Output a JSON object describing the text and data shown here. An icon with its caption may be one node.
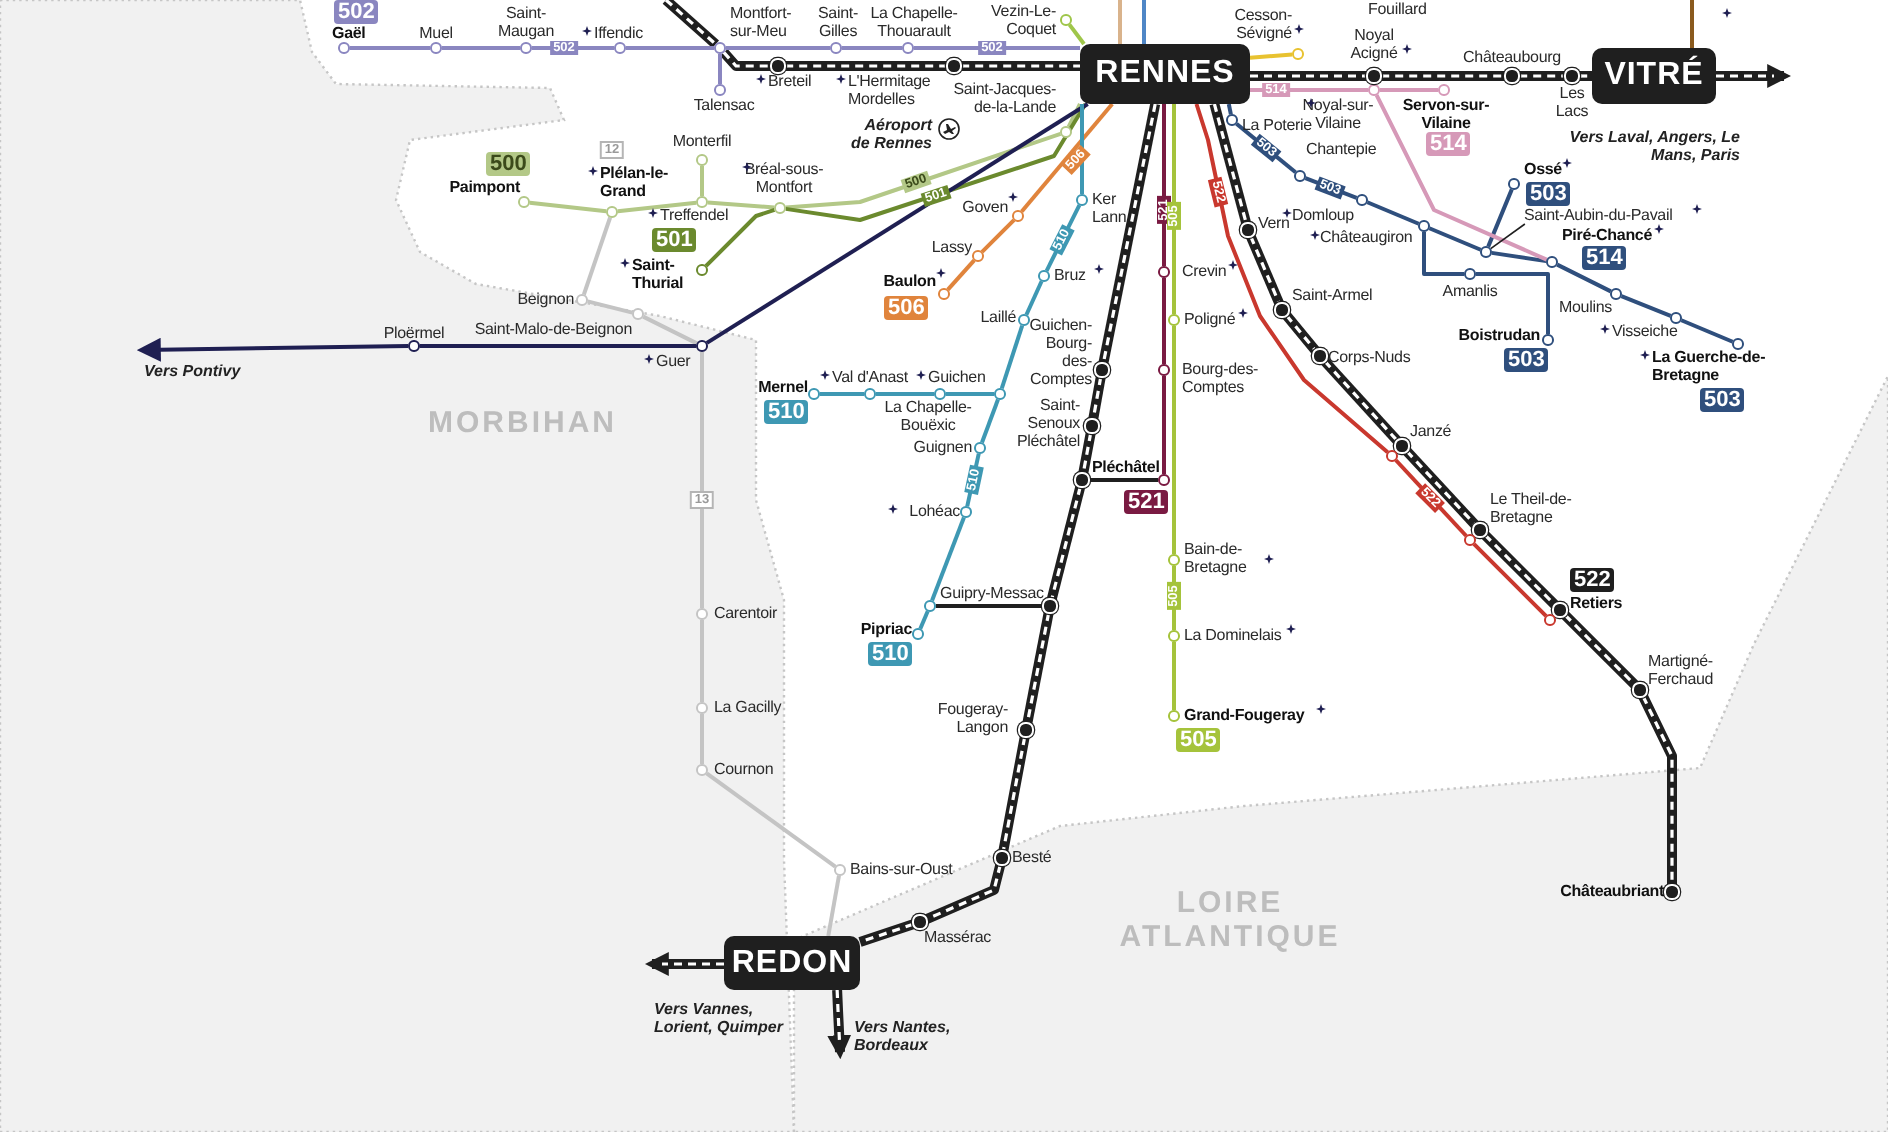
{
  "diagram": {
    "nodes": [
      {
        "text": [
          "RENNES"
        ]
      },
      {
        "text": [
          "VITRÉ"
        ]
      },
      {
        "text": [
          "REDON"
        ]
      },
      {
        "text": [],
        "shape": "circle",
        "beside": [
          "Gaël",
          "502"
        ]
      },
      {
        "text": [],
        "shape": "circle",
        "beside": [
          "Muel"
        ]
      },
      {
        "text": [],
        "shape": "circle",
        "beside": [
          "Saint-Maugan"
        ]
      },
      {
        "text": [],
        "shape": "circle",
        "beside": [
          "Iffendic"
        ]
      },
      {
        "text": [],
        "shape": "circle",
        "beside": [
          "Montfort-sur-Meu"
        ]
      },
      {
        "text": [],
        "shape": "circle",
        "beside": [
          "Talensac"
        ]
      },
      {
        "text": [],
        "shape": "circle",
        "beside": [
          "Saint-Gilles"
        ]
      },
      {
        "text": [],
        "shape": "circle",
        "beside": [
          "La Chapelle-Thouarault"
        ]
      },
      {
        "text": [],
        "shape": "circle",
        "beside": [
          "Breteil"
        ]
      },
      {
        "text": [],
        "shape": "circle",
        "beside": [
          "L'Hermitage Mordelles"
        ]
      },
      {
        "text": [],
        "shape": "circle",
        "beside": [
          "Paimpont",
          "500"
        ]
      },
      {
        "text": [],
        "shape": "circle",
        "beside": [
          "Plélan-le-Grand"
        ]
      },
      {
        "text": [],
        "shape": "circle",
        "beside": [
          "Monterfil"
        ]
      },
      {
        "text": [],
        "shape": "circle",
        "beside": [
          "Treffendel"
        ]
      },
      {
        "text": [],
        "shape": "circle",
        "beside": [
          "Bréal-sous-Montfort"
        ]
      },
      {
        "text": [],
        "shape": "circle",
        "beside": [
          "Saint-Thurial",
          "501"
        ]
      },
      {
        "text": [],
        "shape": "circle",
        "beside": [
          "Saint-Jacques-de-la-Lande"
        ]
      },
      {
        "text": [],
        "shape": "circle",
        "beside": [
          "Beignon"
        ]
      },
      {
        "text": [],
        "shape": "circle",
        "beside": [
          "Saint-Malo-de-Beignon"
        ]
      },
      {
        "text": [],
        "shape": "circle",
        "beside": [
          "Guer"
        ]
      },
      {
        "text": [],
        "shape": "circle",
        "beside": [
          "Ploërmel"
        ]
      },
      {
        "text": [],
        "shape": "circle",
        "beside": [
          "Carentoir"
        ]
      },
      {
        "text": [],
        "shape": "circle",
        "beside": [
          "La Gacilly"
        ]
      },
      {
        "text": [],
        "shape": "circle",
        "beside": [
          "Cournon"
        ]
      },
      {
        "text": [],
        "shape": "circle",
        "beside": [
          "Bains-sur-Oust"
        ]
      },
      {
        "text": [],
        "shape": "circle",
        "beside": [
          "Goven"
        ]
      },
      {
        "text": [],
        "shape": "circle",
        "beside": [
          "Lassy"
        ]
      },
      {
        "text": [],
        "shape": "circle",
        "beside": [
          "Baulon",
          "506"
        ]
      },
      {
        "text": [],
        "shape": "circle",
        "beside": [
          "Mernel",
          "510"
        ]
      },
      {
        "text": [],
        "shape": "circle",
        "beside": [
          "Val d'Anast"
        ]
      },
      {
        "text": [],
        "shape": "circle",
        "beside": [
          "Guichen"
        ]
      },
      {
        "text": [],
        "shape": "circle"
      },
      {
        "text": [],
        "shape": "circle",
        "beside": [
          "Guignen"
        ]
      },
      {
        "text": [],
        "shape": "circle",
        "beside": [
          "Lohéac"
        ]
      },
      {
        "text": [],
        "shape": "circle"
      },
      {
        "text": [],
        "shape": "circle",
        "beside": [
          "Pipriac",
          "510"
        ]
      },
      {
        "text": [],
        "shape": "circle",
        "beside": [
          "Laillé"
        ]
      },
      {
        "text": [],
        "shape": "circle",
        "beside": [
          "Bruz"
        ]
      },
      {
        "text": [],
        "shape": "circle",
        "beside": [
          "Ker Lann"
        ]
      },
      {
        "text": [],
        "shape": "circle",
        "beside": [
          "Guichen-Bourg-des-Comptes"
        ]
      },
      {
        "text": [],
        "shape": "circle",
        "beside": [
          "Saint-Senoux Pléchâtel"
        ]
      },
      {
        "text": [],
        "shape": "circle",
        "beside": [
          "Pléchâtel"
        ]
      },
      {
        "text": [],
        "shape": "circle",
        "beside": [
          "521"
        ]
      },
      {
        "text": [],
        "shape": "circle",
        "beside": [
          "Guipry-Messac"
        ]
      },
      {
        "text": [],
        "shape": "circle",
        "beside": [
          "Fougeray-Langon"
        ]
      },
      {
        "text": [],
        "shape": "circle",
        "beside": [
          "Besté"
        ]
      },
      {
        "text": [],
        "shape": "circle",
        "beside": [
          "Massérac"
        ]
      },
      {
        "text": [],
        "shape": "circle",
        "beside": [
          "Crevin"
        ]
      },
      {
        "text": [],
        "shape": "circle",
        "beside": [
          "Bourg-des-Comptes"
        ]
      },
      {
        "text": [],
        "shape": "circle",
        "beside": [
          "Poligné"
        ]
      },
      {
        "text": [],
        "shape": "circle",
        "beside": [
          "Bain-de-Bretagne"
        ]
      },
      {
        "text": [],
        "shape": "circle",
        "beside": [
          "La Dominelais"
        ]
      },
      {
        "text": [],
        "shape": "circle",
        "beside": [
          "Grand-Fougeray",
          "505"
        ]
      },
      {
        "text": [],
        "shape": "circle",
        "beside": [
          "Vern"
        ]
      },
      {
        "text": [],
        "shape": "circle",
        "beside": [
          "Saint-Armel"
        ]
      },
      {
        "text": [],
        "shape": "circle",
        "beside": [
          "Corps-Nuds"
        ]
      },
      {
        "text": [],
        "shape": "circle",
        "beside": [
          "Janzé"
        ]
      },
      {
        "text": [],
        "shape": "circle",
        "beside": [
          "Le Theil-de-Bretagne"
        ]
      },
      {
        "text": [],
        "shape": "circle",
        "beside": [
          "Retiers",
          "522"
        ]
      },
      {
        "text": [],
        "shape": "circle",
        "beside": [
          "Martigné-Ferchaud"
        ]
      },
      {
        "text": [],
        "shape": "circle",
        "beside": [
          "Châteaubriant"
        ]
      },
      {
        "text": [],
        "shape": "circle"
      },
      {
        "text": [],
        "shape": "circle"
      },
      {
        "text": [],
        "shape": "circle"
      },
      {
        "text": [],
        "shape": "circle",
        "beside": [
          "La Poterie"
        ]
      },
      {
        "text": [],
        "shape": "circle",
        "beside": [
          "Chantepie"
        ]
      },
      {
        "text": [],
        "shape": "circle",
        "beside": [
          "Domloup"
        ]
      },
      {
        "text": [],
        "shape": "circle",
        "beside": [
          "Châteaugiron"
        ]
      },
      {
        "text": [],
        "shape": "circle"
      },
      {
        "text": [],
        "shape": "circle",
        "beside": [
          "Ossé",
          "503"
        ]
      },
      {
        "text": [],
        "shape": "circle",
        "beside": [
          "Amanlis"
        ]
      },
      {
        "text": [],
        "shape": "circle",
        "beside": [
          "Boistrudan",
          "503"
        ]
      },
      {
        "text": [],
        "shape": "circle",
        "beside": [
          "Piré-Chancé",
          "514"
        ]
      },
      {
        "text": [],
        "shape": "circle",
        "beside": [
          "Moulins"
        ]
      },
      {
        "text": [],
        "shape": "circle",
        "beside": [
          "Visseiche"
        ]
      },
      {
        "text": [],
        "shape": "circle",
        "beside": [
          "La Guerche-de-Bretagne",
          "503"
        ]
      },
      {
        "text": [],
        "shape": "circle",
        "beside": [
          "Noyal-sur-Vilaine"
        ]
      },
      {
        "text": [],
        "shape": "circle",
        "beside": [
          "Servon-sur-Vilaine",
          "514"
        ]
      },
      {
        "text": [],
        "shape": "circle",
        "beside": [
          "Noyal Acigné"
        ]
      },
      {
        "text": [],
        "shape": "circle",
        "beside": [
          "Châteaubourg"
        ]
      },
      {
        "text": [],
        "shape": "circle",
        "beside": [
          "Les Lacs"
        ]
      },
      {
        "text": [],
        "shape": "circle",
        "beside": [
          "Cesson-Sévigné"
        ]
      },
      {
        "text": [],
        "shape": "circle",
        "beside": [
          "Vezin-Le-Coquet"
        ]
      },
      {
        "text": [
          "Saint-Aubin-du-Pavail"
        ]
      },
      {
        "text": [
          "Vers Pontivy"
        ]
      },
      {
        "text": [
          "Vers Nantes, Bordeaux"
        ]
      }
    ],
    "edges": [
      {
        "from": null,
        "to": 7,
        "arrow": "none",
        "style": "thick"
      },
      {
        "from": 7,
        "to": 11,
        "arrow": "none",
        "style": "thick"
      },
      {
        "from": 11,
        "to": 12,
        "arrow": "none",
        "style": "thick"
      },
      {
        "from": 12,
        "to": 0,
        "arrow": "none",
        "style": "thick"
      },
      {
        "from": 0,
        "to": 81,
        "arrow": "none",
        "style": "thick"
      },
      {
        "from": 81,
        "to": 82,
        "arrow": "none",
        "style": "thick"
      },
      {
        "from": 82,
        "to": 83,
        "arrow": "none",
        "style": "thick"
      },
      {
        "from": 83,
        "to": 1,
        "arrow": "none",
        "style": "thick"
      },
      {
        "from": 1,
        "to": null,
        "arrow": "to",
        "style": "thick"
      },
      {
        "from": 0,
        "to": 42,
        "arrow": "none",
        "style": "thick"
      },
      {
        "from": 42,
        "to": 43,
        "arrow": "none",
        "style": "thick"
      },
      {
        "from": 43,
        "to": 44,
        "arrow": "none",
        "style": "thick"
      },
      {
        "from": 44,
        "to": 46,
        "arrow": "none",
        "style": "thick"
      },
      {
        "from": 46,
        "to": 47,
        "arrow": "none",
        "style": "thick"
      },
      {
        "from": 47,
        "to": 48,
        "arrow": "none",
        "style": "thick"
      },
      {
        "from": 48,
        "to": 49,
        "arrow": "none",
        "style": "thick"
      },
      {
        "from": 49,
        "to": 2,
        "arrow": "none",
        "style": "thick"
      },
      {
        "from": 2,
        "to": null,
        "arrow": "to",
        "style": "thick"
      },
      {
        "from": 2,
        "to": 88,
        "arrow": "to",
        "style": "thick"
      },
      {
        "from": 0,
        "to": 56,
        "arrow": "none",
        "style": "thick"
      },
      {
        "from": 56,
        "to": 57,
        "arrow": "none",
        "style": "thick"
      },
      {
        "from": 57,
        "to": 58,
        "arrow": "none",
        "style": "thick"
      },
      {
        "from": 58,
        "to": 59,
        "arrow": "none",
        "style": "thick"
      },
      {
        "from": 59,
        "to": 60,
        "arrow": "none",
        "style": "thick"
      },
      {
        "from": 60,
        "to": 61,
        "arrow": "none",
        "style": "thick"
      },
      {
        "from": 61,
        "to": 62,
        "arrow": "none",
        "style": "thick"
      },
      {
        "from": 62,
        "to": 63,
        "arrow": "none",
        "style": "thick"
      },
      {
        "from": 3,
        "to": 4,
        "arrow": "none",
        "color": "#8a86c0"
      },
      {
        "from": 4,
        "to": 5,
        "arrow": "none",
        "color": "#8a86c0"
      },
      {
        "from": 5,
        "to": 6,
        "arrow": "none",
        "color": "#8a86c0"
      },
      {
        "from": 6,
        "to": 7,
        "arrow": "none",
        "color": "#8a86c0"
      },
      {
        "from": 7,
        "to": 9,
        "arrow": "none",
        "color": "#8a86c0"
      },
      {
        "from": 9,
        "to": 10,
        "arrow": "none",
        "color": "#8a86c0"
      },
      {
        "from": 10,
        "to": 0,
        "arrow": "none",
        "color": "#8a86c0"
      },
      {
        "from": 7,
        "to": 8,
        "arrow": "none",
        "color": "#8a86c0"
      },
      {
        "from": 13,
        "to": 14,
        "arrow": "none",
        "color": "#b3c887"
      },
      {
        "from": 14,
        "to": 16,
        "arrow": "none",
        "color": "#b3c887"
      },
      {
        "from": 16,
        "to": 17,
        "arrow": "none",
        "color": "#b3c887"
      },
      {
        "from": 17,
        "to": 19,
        "arrow": "none",
        "color": "#b3c887"
      },
      {
        "from": 19,
        "to": 0,
        "arrow": "none",
        "color": "#b3c887"
      },
      {
        "from": 15,
        "to": 16,
        "arrow": "none",
        "color": "#b3c887"
      },
      {
        "from": 18,
        "to": 17,
        "arrow": "none",
        "color": "#6b8a2e"
      },
      {
        "from": 17,
        "to": 0,
        "arrow": "none",
        "color": "#6b8a2e"
      },
      {
        "from": 14,
        "to": 20,
        "arrow": "none",
        "color": "#c4c4c4"
      },
      {
        "from": 20,
        "to": 21,
        "arrow": "none",
        "color": "#c4c4c4"
      },
      {
        "from": 21,
        "to": 22,
        "arrow": "none",
        "color": "#c4c4c4"
      },
      {
        "from": 22,
        "to": 24,
        "arrow": "none",
        "color": "#c4c4c4"
      },
      {
        "from": 24,
        "to": 25,
        "arrow": "none",
        "color": "#c4c4c4"
      },
      {
        "from": 25,
        "to": 26,
        "arrow": "none",
        "color": "#c4c4c4"
      },
      {
        "from": 26,
        "to": 27,
        "arrow": "none",
        "color": "#c4c4c4"
      },
      {
        "from": 27,
        "to": 2,
        "arrow": "none",
        "color": "#c4c4c4"
      },
      {
        "from": 22,
        "to": 23,
        "arrow": "none",
        "color": "#1f1f52"
      },
      {
        "from": 23,
        "to": 87,
        "arrow": "to",
        "color": "#1f1f52"
      },
      {
        "from": 22,
        "to": 0,
        "arrow": "none",
        "color": "#1f1f52"
      },
      {
        "from": 30,
        "to": 29,
        "arrow": "none",
        "color": "#e0843c"
      },
      {
        "from": 29,
        "to": 28,
        "arrow": "none",
        "color": "#e0843c"
      },
      {
        "from": 28,
        "to": 0,
        "arrow": "none",
        "color": "#e0843c"
      },
      {
        "from": 31,
        "to": 32,
        "arrow": "none",
        "color": "#3e98b3"
      },
      {
        "from": 32,
        "to": 33,
        "arrow": "none",
        "color": "#3e98b3"
      },
      {
        "from": 33,
        "to": 34,
        "arrow": "none",
        "color": "#3e98b3"
      },
      {
        "from": 34,
        "to": 35,
        "arrow": "none",
        "color": "#3e98b3"
      },
      {
        "from": 35,
        "to": 36,
        "arrow": "none",
        "color": "#3e98b3"
      },
      {
        "from": 36,
        "to": 37,
        "arrow": "none",
        "color": "#3e98b3"
      },
      {
        "from": 37,
        "to": 38,
        "arrow": "none",
        "color": "#3e98b3"
      },
      {
        "from": 34,
        "to": 39,
        "arrow": "none",
        "color": "#3e98b3"
      },
      {
        "from": 39,
        "to": 40,
        "arrow": "none",
        "color": "#3e98b3"
      },
      {
        "from": 40,
        "to": 41,
        "arrow": "none",
        "color": "#3e98b3"
      },
      {
        "from": 41,
        "to": 0,
        "arrow": "none",
        "color": "#3e98b3"
      },
      {
        "from": 37,
        "to": 46,
        "arrow": "none"
      },
      {
        "from": 45,
        "to": 44,
        "arrow": "none"
      },
      {
        "from": 0,
        "to": 50,
        "arrow": "none",
        "color": "#7a1a42"
      },
      {
        "from": 50,
        "to": 51,
        "arrow": "none",
        "color": "#7a1a42"
      },
      {
        "from": 51,
        "to": 45,
        "arrow": "none",
        "color": "#7a1a42"
      },
      {
        "from": 0,
        "to": 52,
        "arrow": "none",
        "color": "#a5c33b"
      },
      {
        "from": 52,
        "to": 53,
        "arrow": "none",
        "color": "#a5c33b"
      },
      {
        "from": 53,
        "to": 54,
        "arrow": "none",
        "color": "#a5c33b"
      },
      {
        "from": 54,
        "to": 55,
        "arrow": "none",
        "color": "#a5c33b"
      },
      {
        "from": 0,
        "to": 64,
        "arrow": "none",
        "color": "#c9382e"
      },
      {
        "from": 64,
        "to": 65,
        "arrow": "none",
        "color": "#c9382e"
      },
      {
        "from": 65,
        "to": 66,
        "arrow": "none",
        "color": "#c9382e"
      },
      {
        "from": 0,
        "to": 67,
        "arrow": "none",
        "color": "#2f4f7d"
      },
      {
        "from": 67,
        "to": 68,
        "arrow": "none",
        "color": "#2f4f7d"
      },
      {
        "from": 68,
        "to": 69,
        "arrow": "none",
        "color": "#2f4f7d"
      },
      {
        "from": 69,
        "to": 70,
        "arrow": "none",
        "color": "#2f4f7d"
      },
      {
        "from": 70,
        "to": 71,
        "arrow": "none",
        "color": "#2f4f7d"
      },
      {
        "from": 71,
        "to": 75,
        "arrow": "none",
        "color": "#2f4f7d"
      },
      {
        "from": 75,
        "to": 76,
        "arrow": "none",
        "color": "#2f4f7d"
      },
      {
        "from": 76,
        "to": 77,
        "arrow": "none",
        "color": "#2f4f7d"
      },
      {
        "from": 77,
        "to": 78,
        "arrow": "none",
        "color": "#2f4f7d"
      },
      {
        "from": 70,
        "to": 73,
        "arrow": "none",
        "color": "#2f4f7d"
      },
      {
        "from": 73,
        "to": 74,
        "arrow": "none",
        "color": "#2f4f7d"
      },
      {
        "from": 71,
        "to": 72,
        "arrow": "none",
        "color": "#2f4f7d"
      },
      {
        "from": 0,
        "to": 79,
        "arrow": "none",
        "color": "#d699b8"
      },
      {
        "from": 79,
        "to": 80,
        "arrow": "none",
        "color": "#d699b8"
      },
      {
        "from": 79,
        "to": 75,
        "arrow": "none",
        "color": "#d699b8"
      },
      {
        "from": 0,
        "to": 85,
        "arrow": "none",
        "color": "#9fc64a"
      },
      {
        "from": 0,
        "to": 84,
        "arrow": "none",
        "color": "#e8c230"
      },
      {
        "from": 1,
        "to": null,
        "arrow": "none",
        "color": "#8a5a1e"
      },
      {
        "from": null,
        "to": 0,
        "arrow": "none",
        "color": "#d9b38c"
      },
      {
        "from": null,
        "to": 0,
        "arrow": "none",
        "color": "#4f86c6"
      },
      {
        "from": 86,
        "to": 71,
        "arrow": "none"
      }
    ],
    "labels": [
      "MORBIHAN",
      "LOIRE ATLANTIQUE",
      "Vers Laval, Angers, Le Mans, Paris",
      "Vers Vannes, Lorient, Quimper",
      "Aéroport de Rennes",
      "Fouillard",
      "La Chapelle-Bouëxic",
      "12",
      "13",
      "502",
      "502",
      "500",
      "501",
      "506",
      "510",
      "510",
      "503",
      "503",
      "514",
      "521",
      "505",
      "505",
      "522",
      "522"
    ]
  }
}
